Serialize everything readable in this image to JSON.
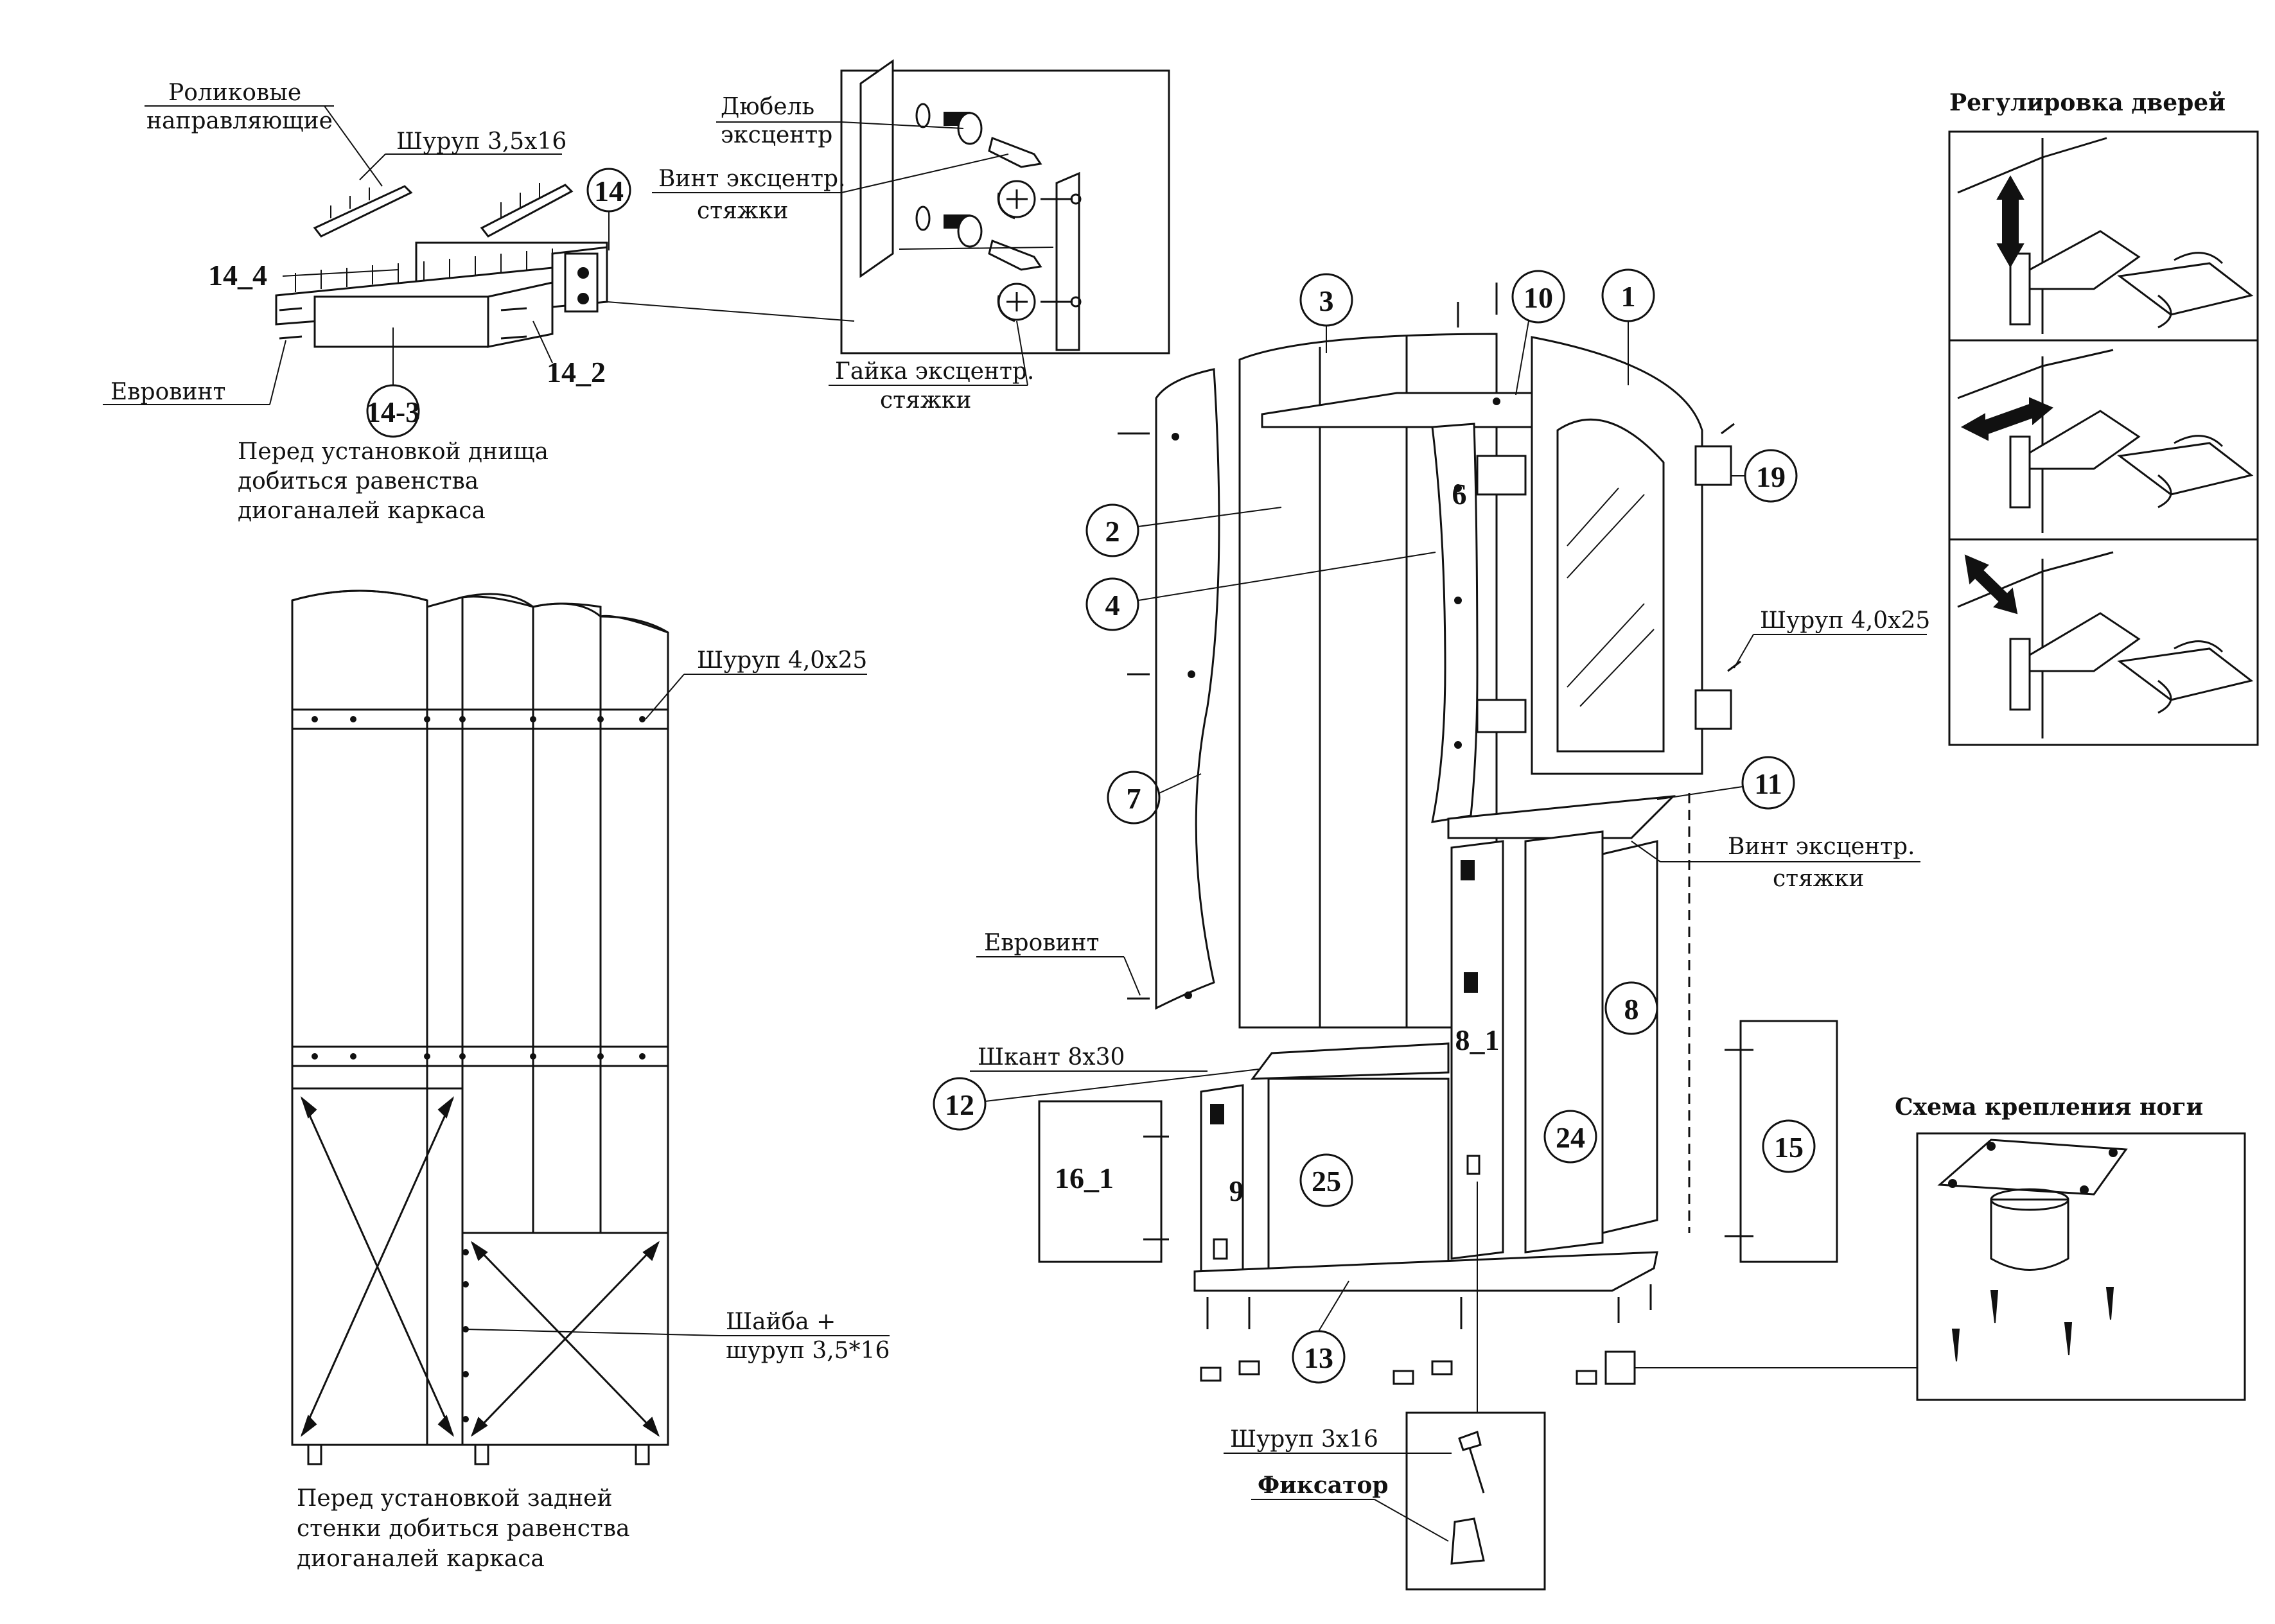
{
  "labels": {
    "roller_guides_1": "Роликовые",
    "roller_guides_2": "направляющие",
    "screw_35x16": "Шуруп 3,5х16",
    "euroscrew_top": "Евровинт",
    "euroscrew_main": "Евровинт",
    "dowel_1": "Дюбель",
    "dowel_2": "эксцентр",
    "ecc_screw_1": "Винт эксцентр.",
    "ecc_screw_2": "стяжки",
    "ecc_nut_1": "Гайка эксцентр.",
    "ecc_nut_2": "стяжки",
    "ecc_screw_main_1": "Винт эксцентр.",
    "ecc_screw_main_2": "стяжки",
    "screw_40x25_left": "Шуруп 4,0х25",
    "screw_40x25_right": "Шуруп 4,0х25",
    "washer_screw_1": "Шайба +",
    "washer_screw_2": "шуруп 3,5*16",
    "dowel_8x30": "Шкант 8х30",
    "screw_3x16": "Шуруп 3х16",
    "latch": "Фиксатор",
    "door_adjust_title": "Регулировка дверей",
    "leg_scheme_title": "Схема крепления ноги"
  },
  "notes": {
    "drawer_note_1": "Перед установкой днища",
    "drawer_note_2": "добиться равенства",
    "drawer_note_3": "диоганалей каркаса",
    "back_note_1": "Перед установкой задней",
    "back_note_2": "стенки добиться равенства",
    "back_note_3": "диоганалей каркаса"
  },
  "parts": {
    "p1": "1",
    "p2": "2",
    "p3": "3",
    "p4": "4",
    "p6": "6",
    "p7": "7",
    "p8": "8",
    "p8_1": "8_1",
    "p9": "9",
    "p10": "10",
    "p11": "11",
    "p12": "12",
    "p13": "13",
    "p14": "14",
    "p14_2": "14_2",
    "p14_3": "14-3",
    "p14_4": "14_4",
    "p15": "15",
    "p16_1": "16_1",
    "p19": "19",
    "p24": "24",
    "p25": "25"
  }
}
